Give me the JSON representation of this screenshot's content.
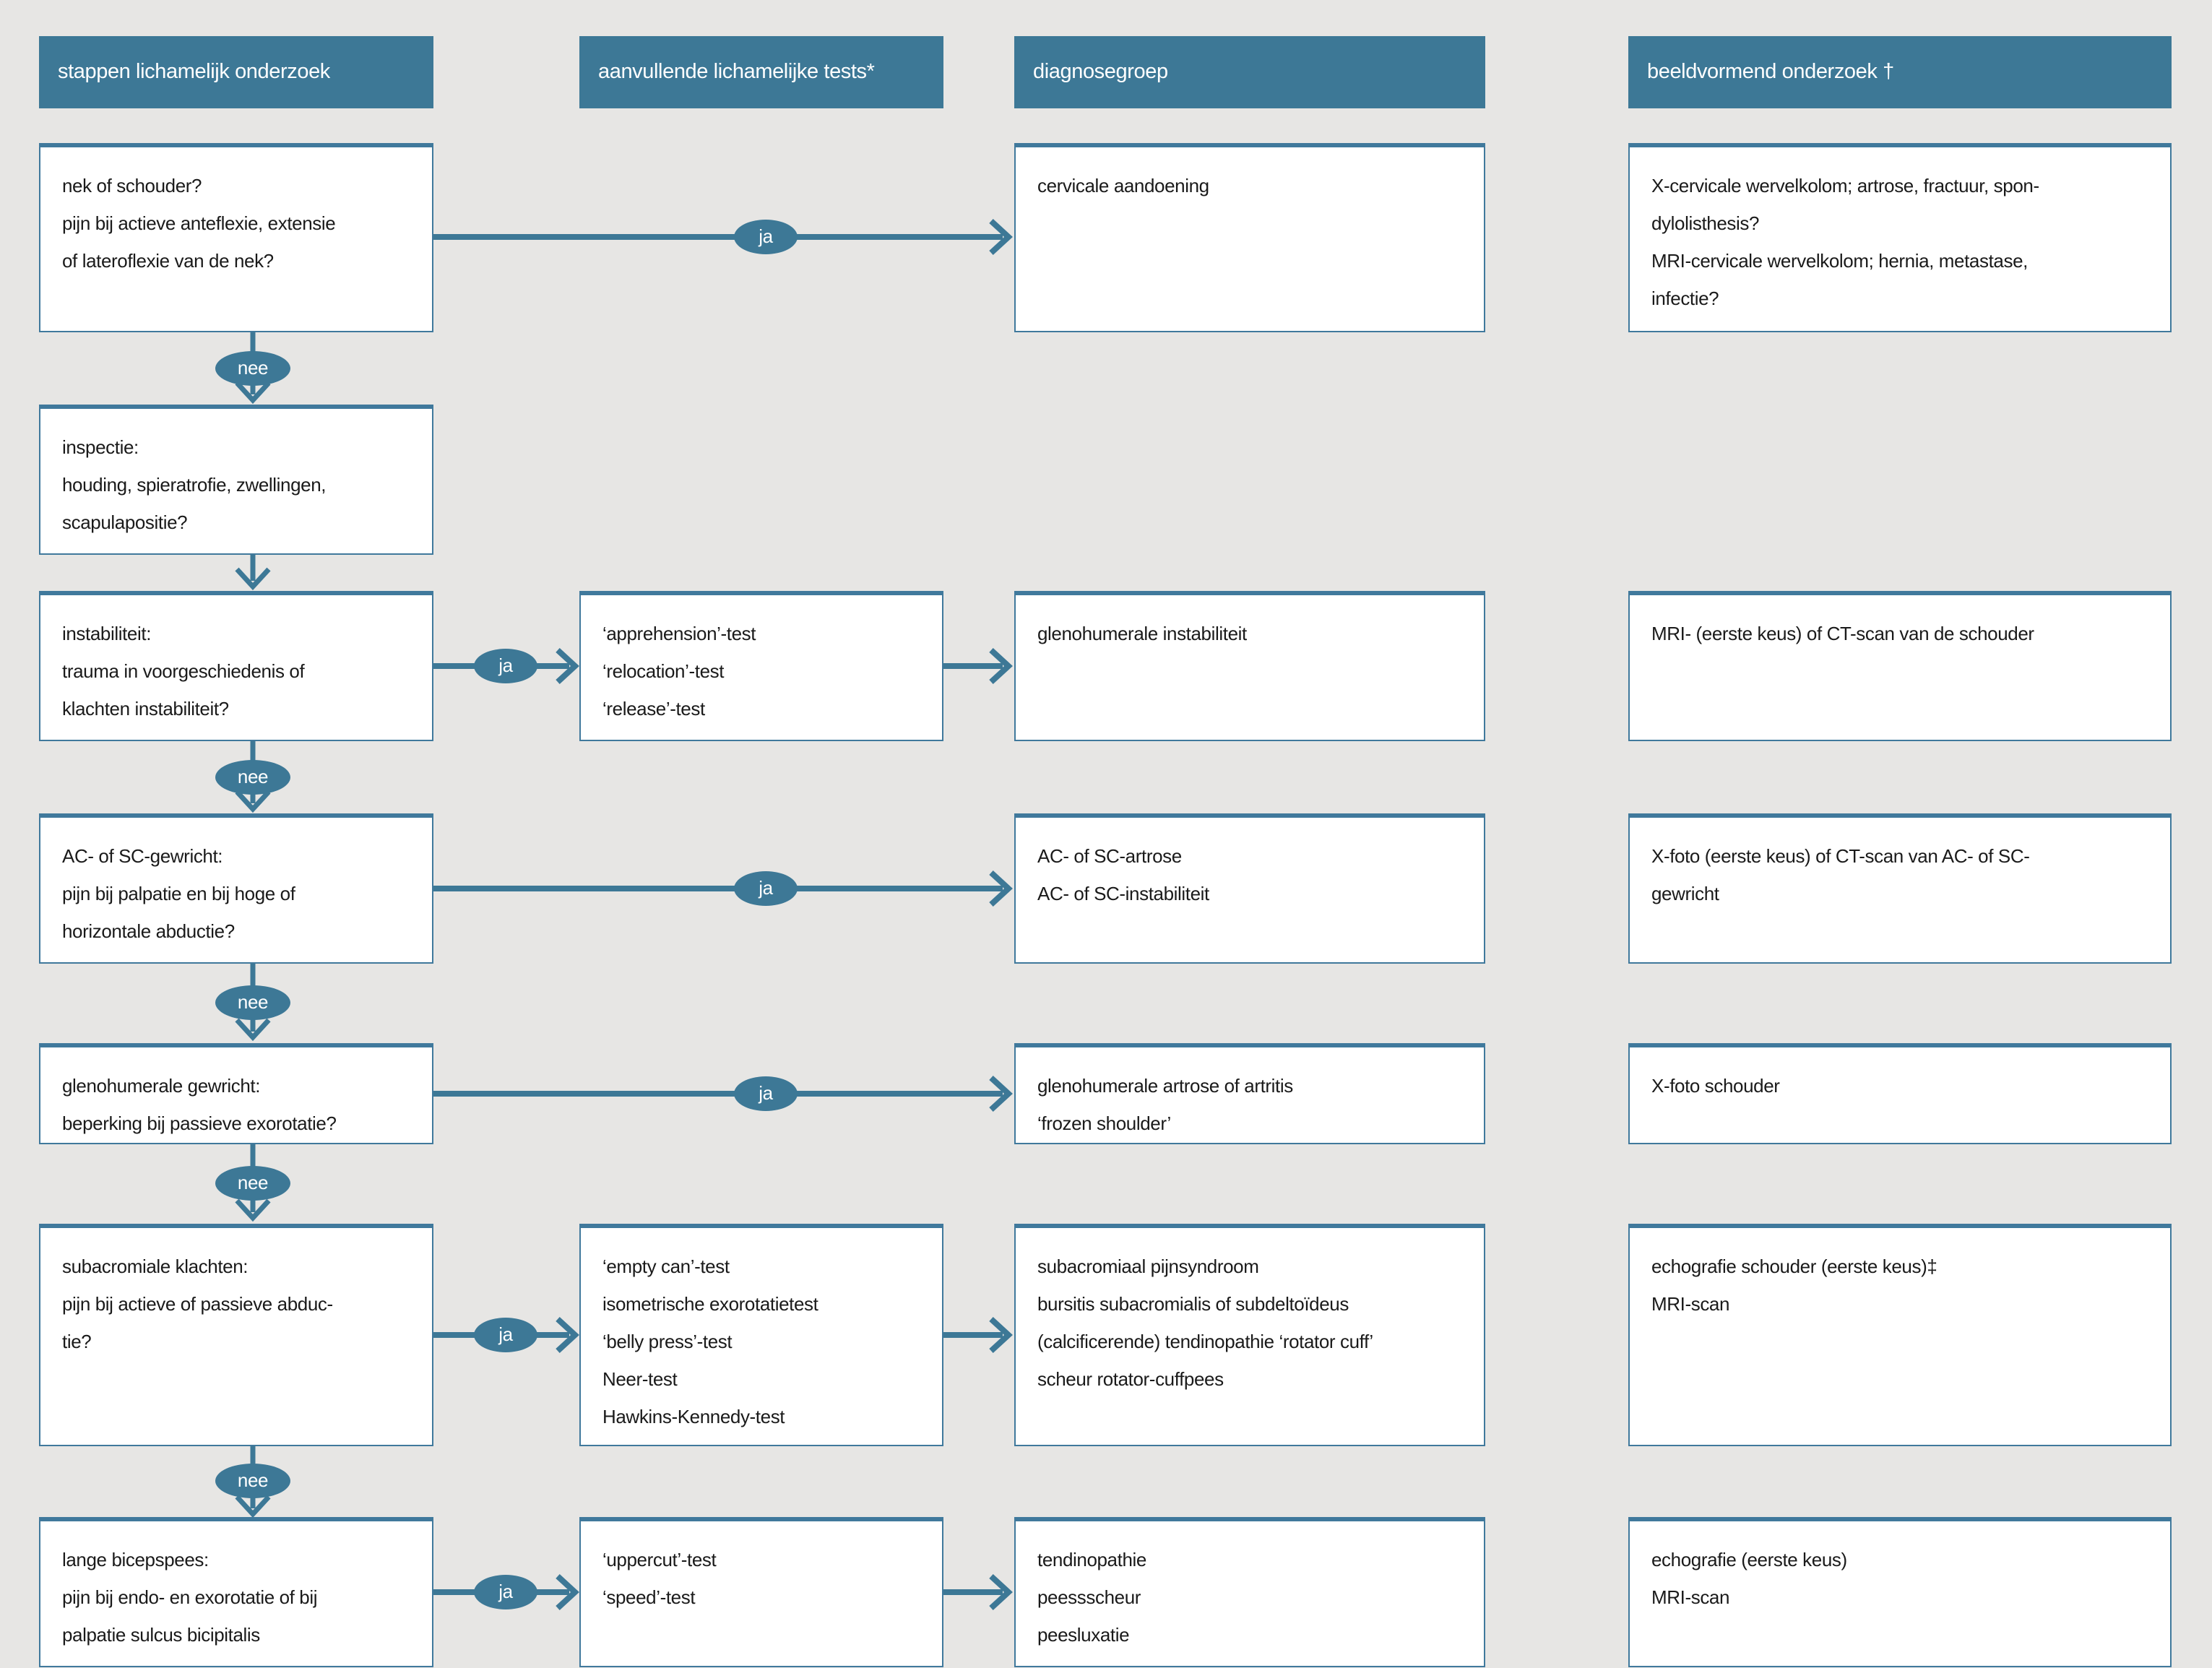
{
  "colors": {
    "accent": "#3d7896",
    "background": "#e7e6e4",
    "box_border": "#40799c",
    "text": "#1a1a1a",
    "header_text": "#ffffff"
  },
  "headers": {
    "steps": "stappen lichamelijk onderzoek",
    "tests": "aanvullende lichamelijke tests*",
    "diagnosis": "diagnosegroep",
    "imaging": "beeldvormend onderzoek †"
  },
  "connector_labels": {
    "yes": "ja",
    "no": "nee"
  },
  "rows": [
    {
      "step": [
        "nek of schouder?",
        "pijn bij actieve anteflexie, extensie",
        "of lateroflexie van de nek?"
      ],
      "diagnosis": [
        "cervicale aandoening"
      ],
      "imaging": [
        "X-cervicale wervelkolom; artrose, fractuur, spon-",
        "dylolisthesis?",
        "MRI-cervicale wervelkolom; hernia, metastase,",
        "infectie?"
      ]
    },
    {
      "step": [
        "inspectie:",
        "houding, spieratrofie, zwellingen,",
        "scapulapositie?"
      ]
    },
    {
      "step": [
        "instabiliteit:",
        "trauma in voorgeschiedenis of",
        "klachten instabiliteit?"
      ],
      "tests": [
        "‘apprehension’-test",
        "‘relocation’-test",
        "‘release’-test"
      ],
      "diagnosis": [
        "glenohumerale instabiliteit"
      ],
      "imaging": [
        "MRI- (eerste keus) of CT-scan van de schouder"
      ]
    },
    {
      "step": [
        "AC- of SC-gewricht:",
        "pijn bij palpatie en bij hoge of",
        "horizontale abductie?"
      ],
      "diagnosis": [
        "AC- of SC-artrose",
        "AC- of SC-instabiliteit"
      ],
      "imaging": [
        "X-foto (eerste keus) of CT-scan van AC- of SC-",
        "gewricht"
      ]
    },
    {
      "step": [
        "glenohumerale gewricht:",
        "beperking bij passieve exorotatie?"
      ],
      "diagnosis": [
        "glenohumerale artrose of artritis",
        "‘frozen shoulder’"
      ],
      "imaging": [
        "X-foto schouder"
      ]
    },
    {
      "step": [
        "subacromiale klachten:",
        "pijn bij actieve of passieve abduc-",
        "tie?"
      ],
      "tests": [
        "‘empty can’-test",
        "isometrische exorotatietest",
        "‘belly press’-test",
        "Neer-test",
        "Hawkins-Kennedy-test"
      ],
      "diagnosis": [
        "subacromiaal pijnsyndroom",
        "bursitis subacromialis of subdeltoïdeus",
        "(calcificerende) tendinopathie ‘rotator cuff’",
        "scheur rotator-cuffpees"
      ],
      "imaging": [
        "echografie schouder (eerste keus)‡",
        "MRI-scan"
      ]
    },
    {
      "step": [
        "lange bicepspees:",
        "pijn bij endo- en exorotatie of bij",
        "palpatie sulcus bicipitalis"
      ],
      "tests": [
        "‘uppercut’-test",
        "‘speed’-test"
      ],
      "diagnosis": [
        "tendinopathie",
        "peessscheur",
        "peesluxatie"
      ],
      "imaging": [
        "echografie (eerste keus)",
        "MRI-scan"
      ]
    }
  ]
}
